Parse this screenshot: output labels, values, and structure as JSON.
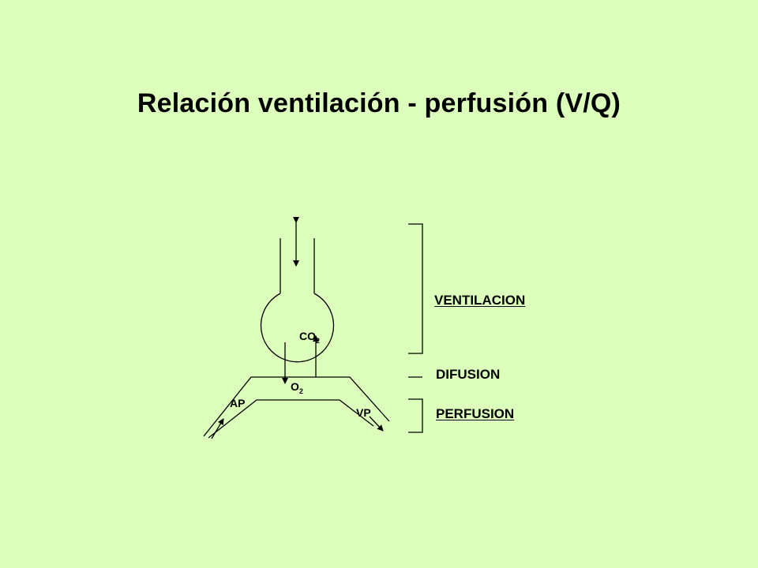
{
  "title": "Relación ventilación - perfusión (V/Q)",
  "diagram": {
    "co2_label": "CO",
    "co2_sub": "2",
    "o2_label": "O",
    "o2_sub": "2",
    "ap_label": "AP",
    "vp_label": "VP",
    "ventilacion_label": "VENTILACION",
    "difusion_label": "DIFUSION",
    "perfusion_label": "PERFUSION"
  },
  "colors": {
    "background": "#dcffbc",
    "line": "#000000"
  }
}
